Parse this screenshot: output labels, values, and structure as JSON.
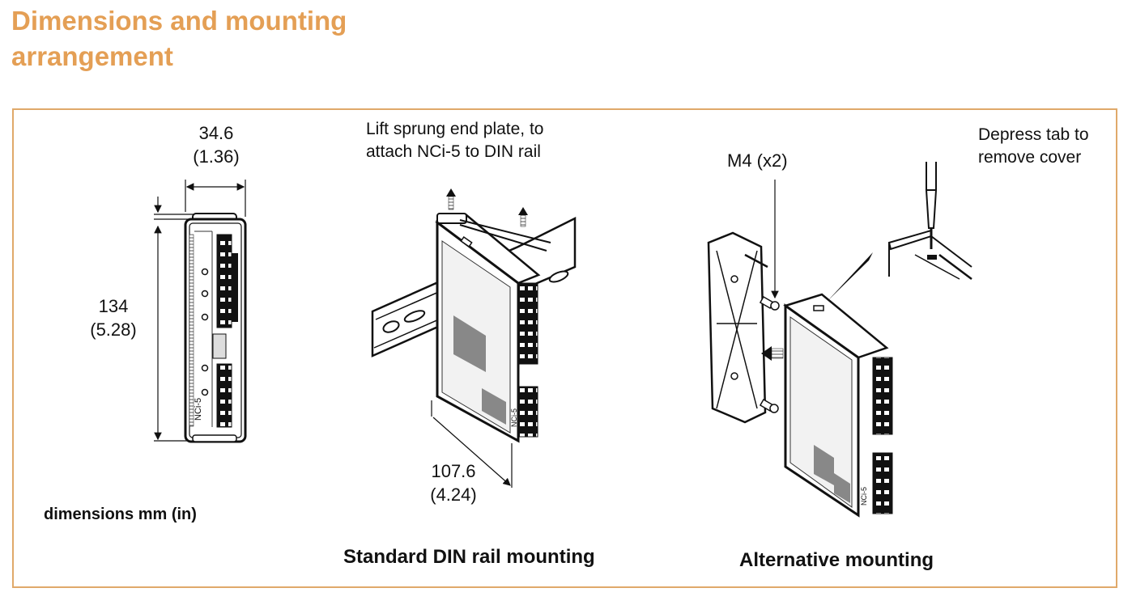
{
  "page": {
    "title_line1": "Dimensions and mounting",
    "title_line2": "arrangement",
    "accent_color": "#e49f55",
    "frame_color": "#e0a96a"
  },
  "front_view": {
    "width_mm": "34.6",
    "width_in": "(1.36)",
    "height_mm": "134",
    "height_in": "(5.28)",
    "device_label": "NCi-5",
    "units_note": "dimensions mm (in)"
  },
  "din_rail": {
    "instruction_line1": "Lift sprung end plate, to",
    "instruction_line2": "attach NCi-5 to DIN rail",
    "depth_mm": "107.6",
    "depth_in": "(4.24)",
    "caption": "Standard DIN rail mounting"
  },
  "alternative": {
    "screw_label": "M4 (x2)",
    "tab_note_line1": "Depress tab to",
    "tab_note_line2": "remove cover",
    "caption": "Alternative mounting"
  }
}
